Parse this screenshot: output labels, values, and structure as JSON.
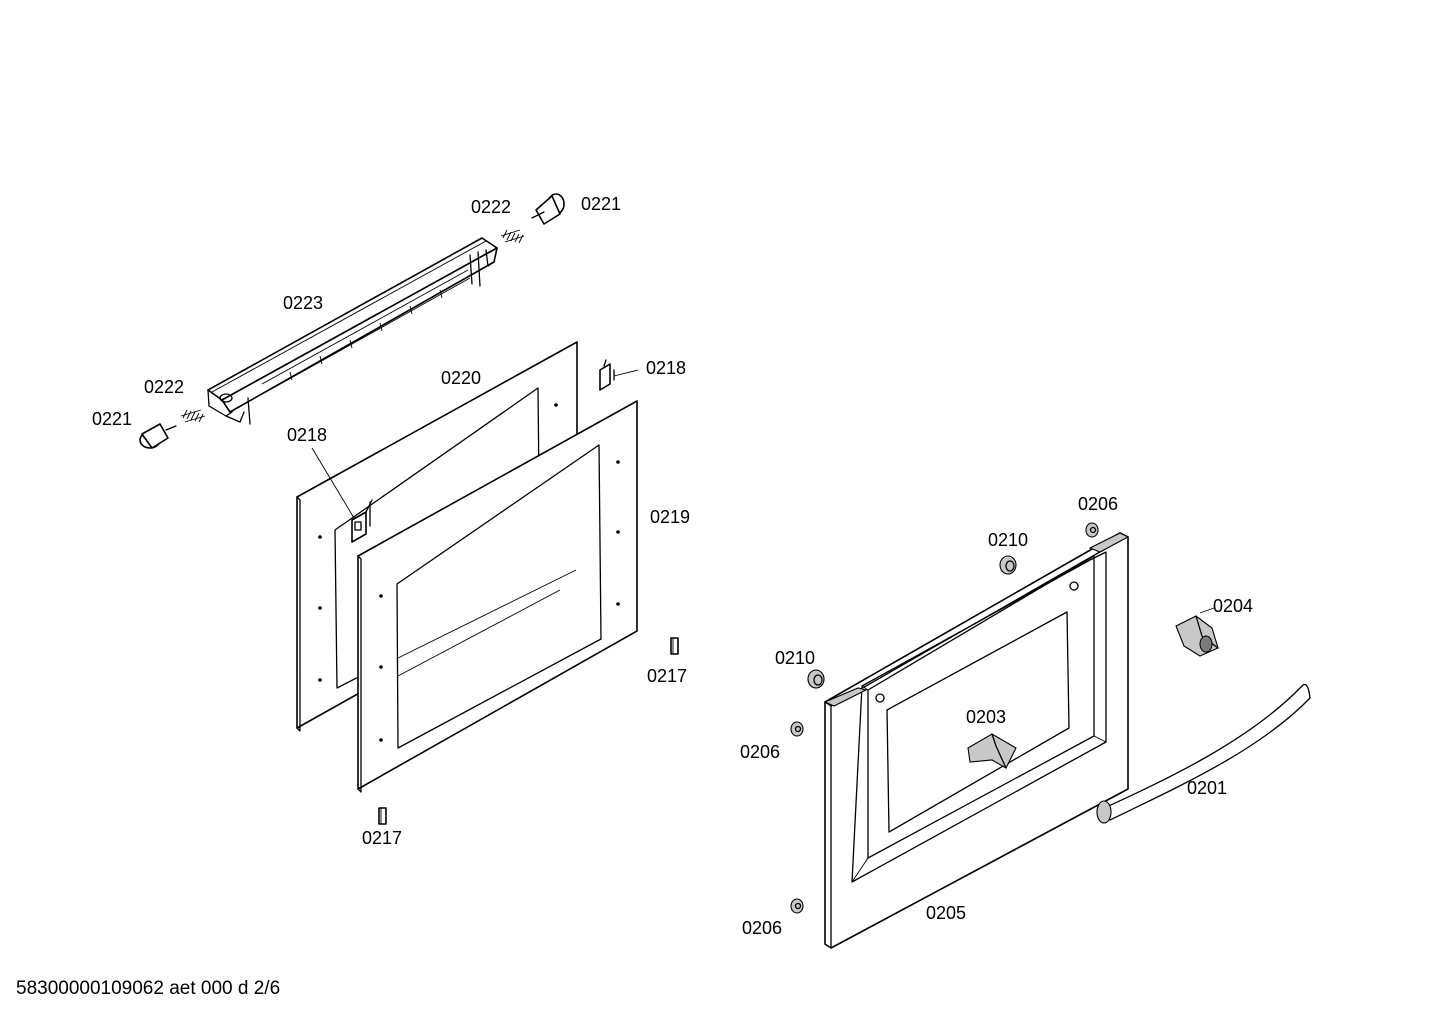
{
  "labels": {
    "l0222_top": "0222",
    "l0221_top": "0221",
    "l0223": "0223",
    "l0222_left": "0222",
    "l0221_left": "0221",
    "l0220": "0220",
    "l0218_top": "0218",
    "l0218_left": "0218",
    "l0219": "0219",
    "l0217_right": "0217",
    "l0217_bottom": "0217",
    "l0206_top": "0206",
    "l0210_top": "0210",
    "l0204": "0204",
    "l0210_left": "0210",
    "l0203": "0203",
    "l0206_mid": "0206",
    "l0201": "0201",
    "l0205": "0205",
    "l0206_bottom": "0206"
  },
  "footer": "58300000109062 aet 000 d 2/6"
}
